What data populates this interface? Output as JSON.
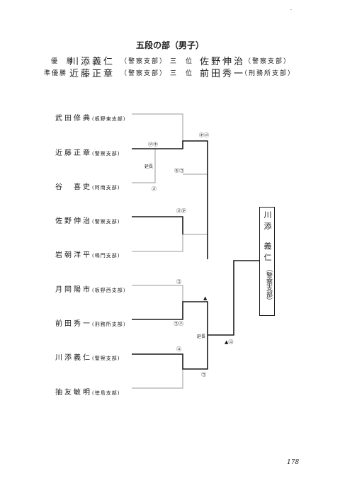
{
  "title": "五段の部（男子）",
  "results": [
    {
      "rank": "優　勝",
      "name": "川添義仁",
      "branch": "（警察支部）",
      "rank2": "三　位",
      "name2": "佐野伸治",
      "branch2": "（警察支部）"
    },
    {
      "rank": "準優勝",
      "name": "近藤正章",
      "branch": "（警察支部）",
      "rank2": "三　位",
      "name2": "前田秀一",
      "branch2": "（刑務所支部）"
    }
  ],
  "players": [
    {
      "name": "武田修典",
      "branch": "(板野東支部)"
    },
    {
      "name": "近藤正章",
      "branch": "(警察支部)"
    },
    {
      "name": "谷　喜史",
      "branch": "(阿南支部)"
    },
    {
      "name": "佐野伸治",
      "branch": "(警察支部)"
    },
    {
      "name": "岩朝洋平",
      "branch": "(鳴門支部)"
    },
    {
      "name": "月岡陽市",
      "branch": "(板野西支部)"
    },
    {
      "name": "前田秀一",
      "branch": "(刑務所支部)"
    },
    {
      "name": "川添義仁",
      "branch": "(警察支部)"
    },
    {
      "name": "抽友敏明",
      "branch": "(徳島支部)"
    }
  ],
  "marks": {
    "m1a": "㋱㋖",
    "m1b": "㋱",
    "ext1": "延長",
    "m2a": "㋖㋱",
    "m2b": "㋲㋙",
    "m3a": "㋱㋖",
    "m4a": "㋙",
    "m5a": "㋙",
    "m5b": "㋙㋩",
    "m6a": "▲",
    "ext2": "延長",
    "m7a": "㋙",
    "m7b": "㋙",
    "m8a": "▲㋙"
  },
  "winner": {
    "name1": "川",
    "name2": "添",
    "name3": "義",
    "name4": "仁",
    "branch": "（警察支部）"
  },
  "page_number": "178",
  "corner_mark": "-"
}
